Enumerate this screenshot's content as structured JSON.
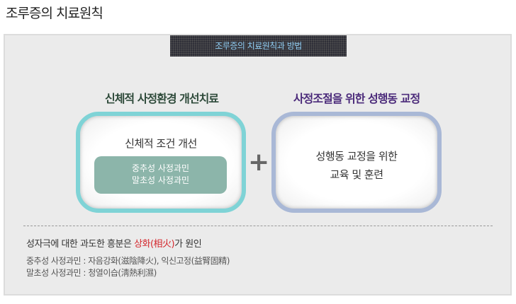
{
  "page_title": "조루증의 치료원칙",
  "header_bar": "조루증의 치료원칙과 방법",
  "left": {
    "heading": "신체적 사정환경 개선치료",
    "box_title": "신체적 조건 개선",
    "inner_lines": [
      "중추성 사정과민",
      "말초성 사정과민"
    ],
    "border_color": "#7fd3d6"
  },
  "plus": "+",
  "right": {
    "heading": "사정조절을 위한 성행동 교정",
    "lines": [
      "성행동 교정을 위한",
      "교육 및 훈련"
    ],
    "border_color": "#a9b8d6"
  },
  "notes": {
    "cause_prefix": "성자극에 대한 과도한 흥분은 ",
    "cause_highlight": "상화(相火)",
    "cause_suffix": "가 원인",
    "central": "중추성 사정과민 : 자음강화(滋陰降火), 익신고정(益腎固精)",
    "peripheral": "말초성 사정과민 : 청열이습(淸熱利濕)"
  }
}
